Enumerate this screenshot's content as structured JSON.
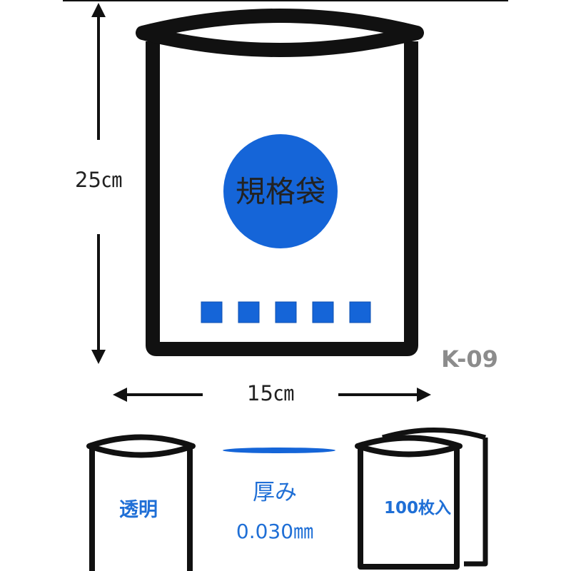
{
  "colors": {
    "outline": "#111111",
    "accent_blue": "#1565d8",
    "label_blue": "#1f6fd6",
    "code_grey": "#8c8c8c",
    "text_dark": "#222222",
    "background": "#ffffff"
  },
  "main_bag": {
    "badge_label": "規格袋",
    "squares_count": 5
  },
  "dimensions": {
    "height_label": "25㎝",
    "width_label": "15㎝"
  },
  "product_code": "K-09",
  "features": {
    "transparent_label": "透明",
    "thickness_title": "厚み",
    "thickness_value": "0.030㎜",
    "count_label": "100枚入"
  },
  "icons": {
    "height_arrow": "vertical-double-arrow-icon",
    "width_arrow": "horizontal-double-arrow-icon",
    "main_bag": "flat-bag-icon",
    "transparent_bag": "transparent-bag-icon",
    "thickness_film": "film-layer-icon",
    "stacked_bags": "stacked-bags-icon"
  }
}
